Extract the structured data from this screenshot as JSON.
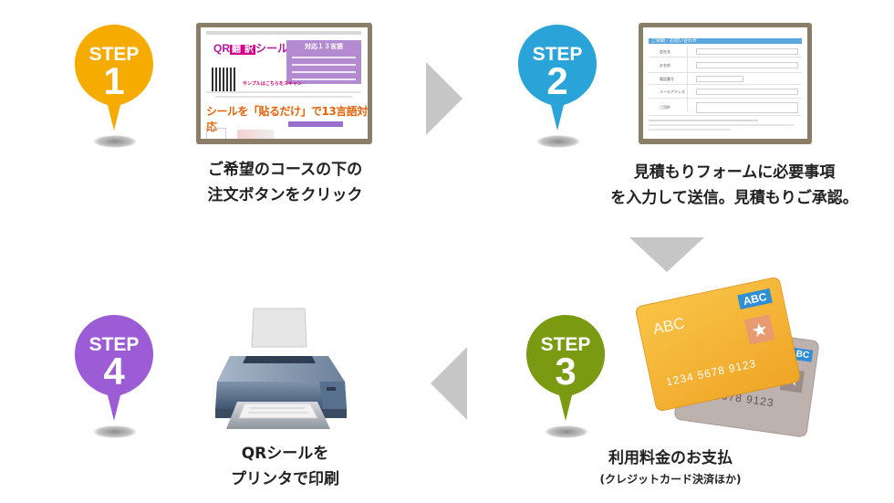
{
  "steps": [
    {
      "step": "STEP",
      "number": "1",
      "color": "#f6ab00",
      "caption_line1": "ご希望のコースの下の",
      "caption_line2": "注文ボタンをクリック"
    },
    {
      "step": "STEP",
      "number": "2",
      "color": "#2aa3d9",
      "caption_line1": "見積もりフォームに必要事項",
      "caption_line2": "を入力して送信。見積もりご承認。"
    },
    {
      "step": "STEP",
      "number": "3",
      "color": "#7a9a11",
      "caption_line1": "利用料金のお支払",
      "caption_note": "(クレジットカード決済ほか)"
    },
    {
      "step": "STEP",
      "number": "4",
      "color": "#9b5cd6",
      "caption_line1": "QRシールを",
      "caption_line2": "プリンタで印刷"
    }
  ],
  "step1_thumbnail": {
    "brand_prefix": "QR",
    "brand_box1": "翻",
    "brand_box2": "訳",
    "brand_suffix": "シール",
    "panel_title": "対応１３言語",
    "sample_text": "サンプルはこちらをスキャン",
    "banner": "シールを「貼るだけ」で13言語対応"
  },
  "step2_thumbnail": {
    "form_title": "ご依頼・お問い合わせ",
    "rows": [
      "会社名",
      "お名前",
      "電話番号",
      "メールアドレス",
      "ご用件"
    ]
  },
  "card": {
    "tag": "ABC",
    "front_big": "ABC",
    "front_number": "1234 5678 9123",
    "back_number": "5678 9123",
    "star": "★"
  },
  "colors": {
    "arrow": "#c6c6c6",
    "text": "#222222"
  }
}
